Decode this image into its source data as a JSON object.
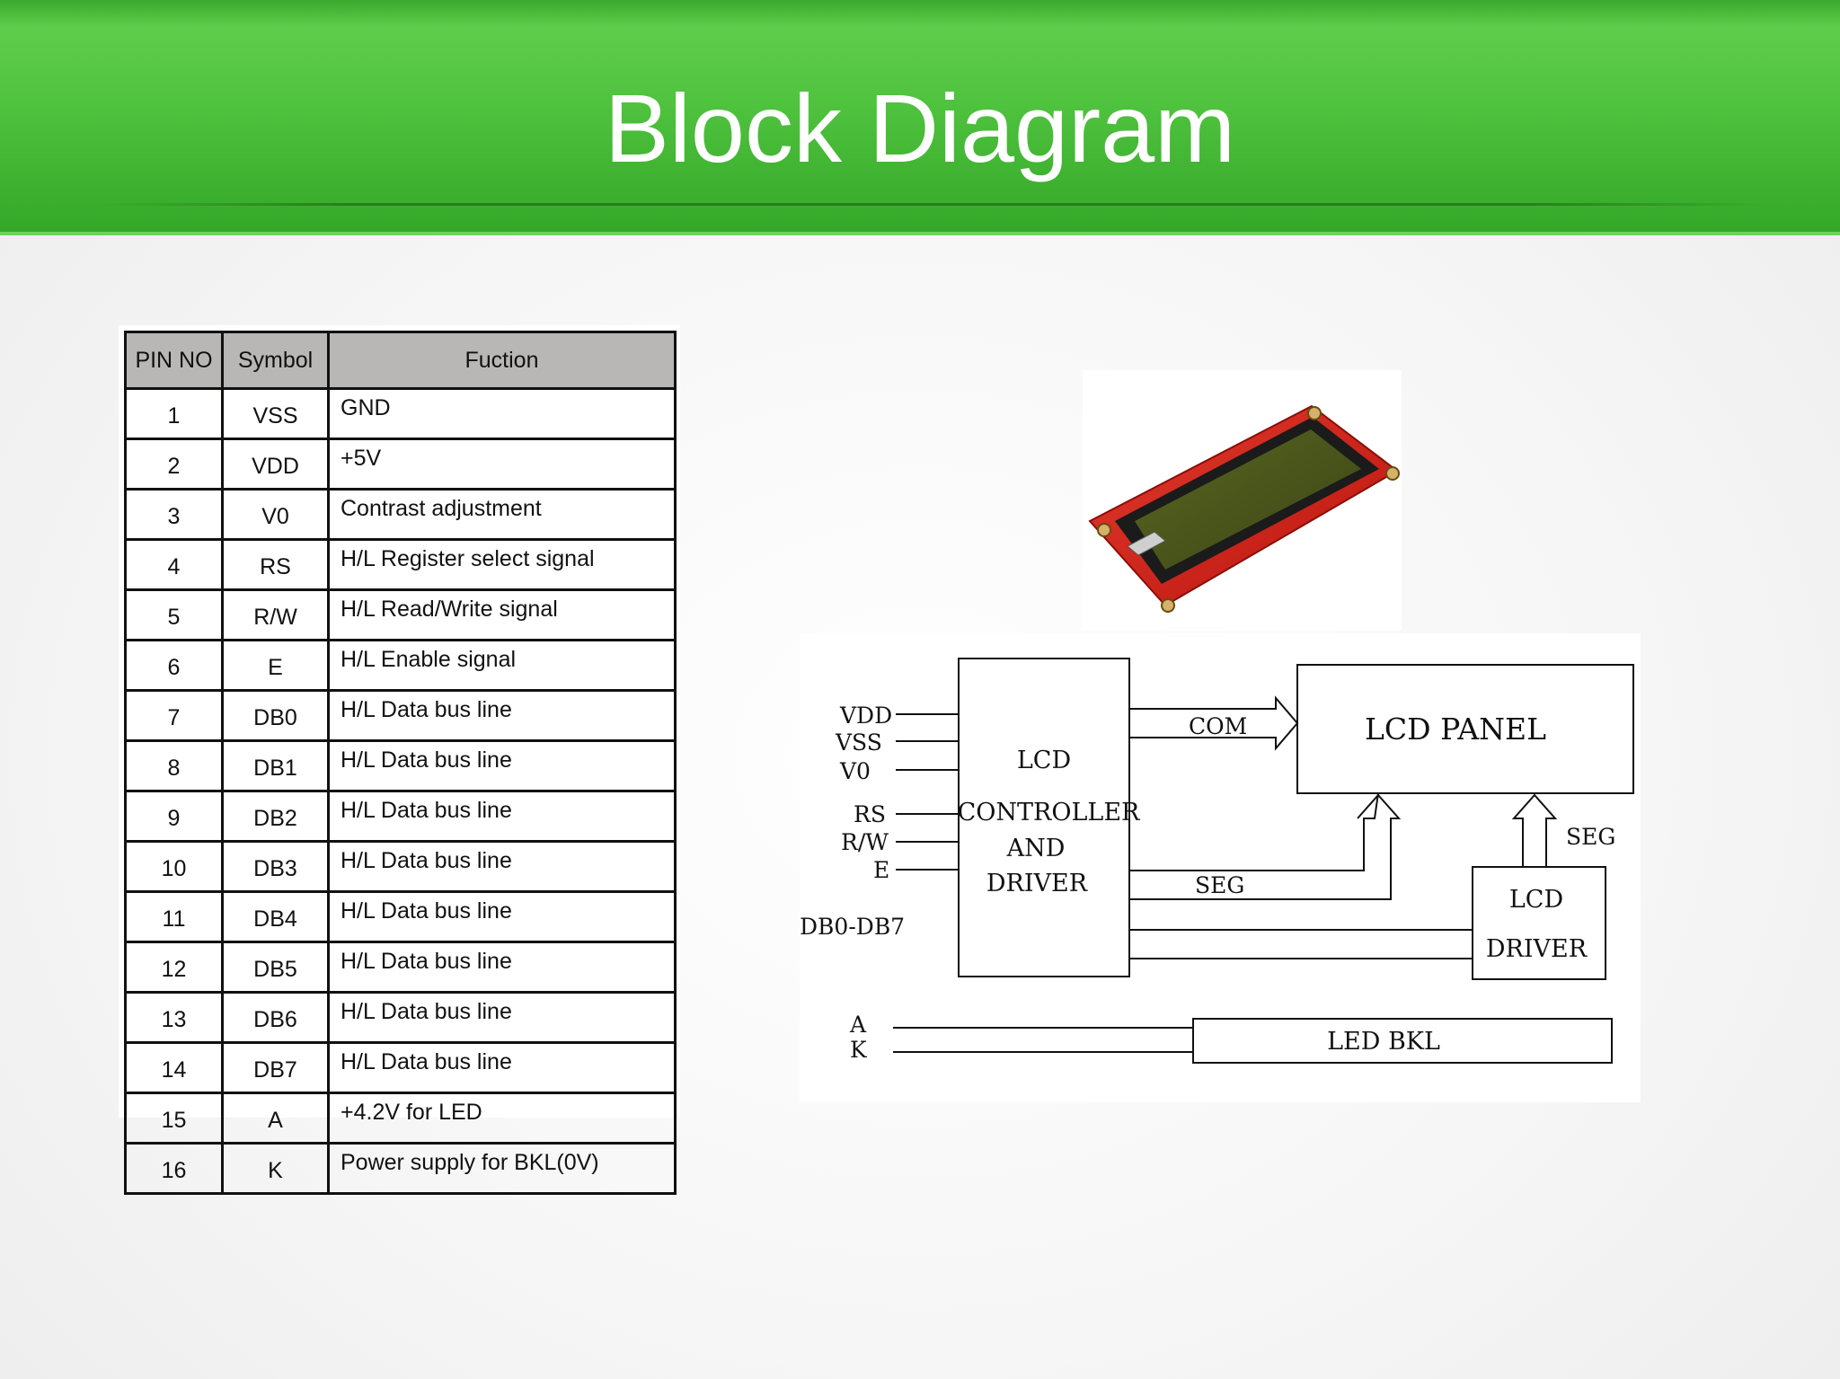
{
  "slide": {
    "title": "Block Diagram"
  },
  "pin_table": {
    "headers": [
      "PIN NO",
      "Symbol",
      "Fuction"
    ],
    "rows": [
      {
        "pin": "1",
        "symbol": "VSS",
        "function": "GND"
      },
      {
        "pin": "2",
        "symbol": "VDD",
        "function": "+5V"
      },
      {
        "pin": "3",
        "symbol": "V0",
        "function": "Contrast adjustment"
      },
      {
        "pin": "4",
        "symbol": "RS",
        "function": "H/L Register select signal"
      },
      {
        "pin": "5",
        "symbol": "R/W",
        "function": "H/L Read/Write signal"
      },
      {
        "pin": "6",
        "symbol": "E",
        "function": "H/L Enable signal"
      },
      {
        "pin": "7",
        "symbol": "DB0",
        "function": "H/L  Data bus line"
      },
      {
        "pin": "8",
        "symbol": "DB1",
        "function": "H/L  Data bus line"
      },
      {
        "pin": "9",
        "symbol": "DB2",
        "function": "H/L  Data bus line"
      },
      {
        "pin": "10",
        "symbol": "DB3",
        "function": "H/L  Data bus line"
      },
      {
        "pin": "11",
        "symbol": "DB4",
        "function": "H/L  Data bus line"
      },
      {
        "pin": "12",
        "symbol": "DB5",
        "function": "H/L  Data bus line"
      },
      {
        "pin": "13",
        "symbol": "DB6",
        "function": "H/L  Data bus line"
      },
      {
        "pin": "14",
        "symbol": "DB7",
        "function": "H/L  Data bus line"
      },
      {
        "pin": "15",
        "symbol": "A",
        "function": "+4.2V for LED"
      },
      {
        "pin": "16",
        "symbol": "K",
        "function": "Power supply for BKL(0V)"
      }
    ]
  },
  "block_diagram": {
    "input_labels": {
      "vdd": "VDD",
      "vss": "VSS",
      "v0": "V0",
      "rs": "RS",
      "rw": "R/W",
      "e": "E",
      "db": "DB0-DB7",
      "a": "A",
      "k": "K"
    },
    "controller": {
      "line1": "LCD",
      "line2": "CONTROLLER",
      "line3": "AND",
      "line4": "DRIVER"
    },
    "panel": "LCD  PANEL",
    "driver": {
      "line1": "LCD",
      "line2": "DRIVER"
    },
    "backlight": "LED  BKL",
    "signals": {
      "com": "COM",
      "seg_controller": "SEG",
      "seg_driver": "SEG"
    }
  },
  "colors": {
    "banner_green": "#4fc23e",
    "board_red": "#d8261c",
    "lcd_screen": "#4e5a1c"
  }
}
